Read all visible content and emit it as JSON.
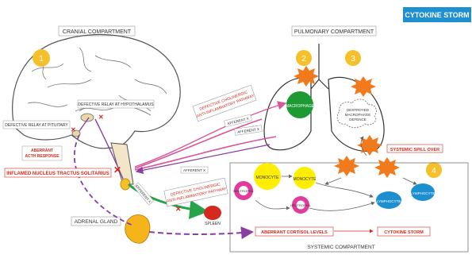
{
  "badge": {
    "text": "CYTOKINE STORM",
    "color": "#1f8fcf"
  },
  "compartments": {
    "cranial": "CRANIAL COMPARTMENT",
    "pulmonary": "PULMONARY COMPARTMENT",
    "systemic": "SYSTEMIC COMPARTMENT"
  },
  "steps": [
    "1",
    "2",
    "3",
    "4"
  ],
  "labels": {
    "defective_relay_hypothalamus": "DEFECTIVE RELAY AT HYPOTHALAMUS",
    "defective_relay_pituitary": "DEFECTIVE RELAY AT PITUITARY",
    "aberrant_acth_1": "ABERRANT",
    "aberrant_acth_2": "ACTH RESPONSE",
    "inflamed_nts": "INFLAMED NUCLEUS TRACTUS SOLITARIUS",
    "adrenal_gland": "ADRENAL GLAND",
    "spleen": "SPLEEN",
    "defective_chol_top_1": "DEFECTIVE CHOLINERGIC",
    "defective_chol_top_2": "ANTI-INFLAMMATORY PATHWAY",
    "defective_chol_bottom_1": "DEFECTIVE CHOLINERGIC",
    "defective_chol_bottom_2": "ANTI-INFLAMMATORY PATHWAY",
    "systemic_spill_over": "SYSTEMIC SPILL OVER",
    "aberrant_cortisol": "ABERRANT CORTISOL LEVELS",
    "cytokine_storm_label": "CYTOKINE STORM",
    "afferent_x_1": "AFFERENT X",
    "afferent_x_2": "AFFERENT X",
    "afferent_x_3": "AFFERENT X",
    "efferent_x": "EFFERENT X",
    "macrophage": "MACROPHAGE",
    "destroyed_1": "DESTROYED",
    "destroyed_2": "MACROPHAGE",
    "destroyed_3": "DEFENCE",
    "monocyte_1": "MONOCYTE",
    "monocyte_2": "MONOCYTE",
    "neutrophil_1": "NEUTROPHIL",
    "neutrophil_2": "NEUTROPHIL",
    "lymphocyte_1": "LYMPHOCYTE",
    "lymphocyte_2": "LYMPHOCYTE"
  },
  "colors": {
    "step_circle": "#f5c02a",
    "red_text": "#d42a1e",
    "macrophage": "#1e9a34",
    "monocyte": "#ffee00",
    "neutrophil": "#e03c9c",
    "lymphocyte": "#1b8fd0",
    "burst": "#f07a1c",
    "vagus_green": "#27a34a",
    "purple": "#8a3ea3",
    "pink": "#d9569a"
  }
}
